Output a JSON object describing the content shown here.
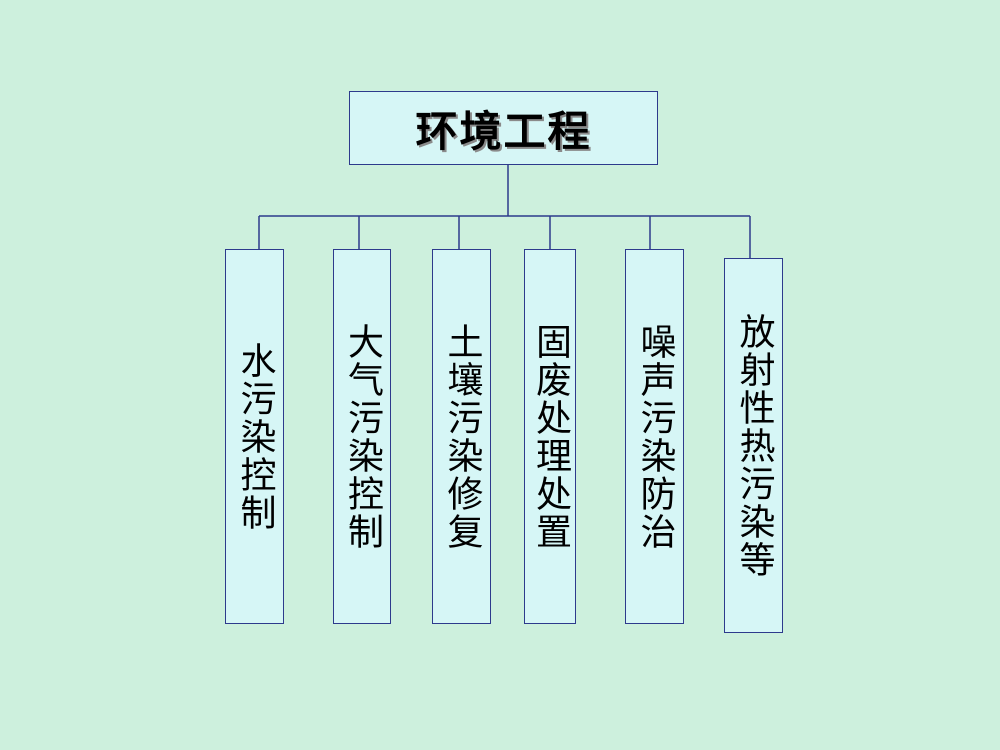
{
  "diagram": {
    "root": {
      "label": "环境工程"
    },
    "children": [
      {
        "label": "水污染控制"
      },
      {
        "label": "大气污染控制"
      },
      {
        "label": "土壤污染修复"
      },
      {
        "label": "固废处理处置"
      },
      {
        "label": "噪声污染防治"
      },
      {
        "label": "放射性热污染等"
      }
    ],
    "colors": {
      "background": "#cdf0dd",
      "box_fill": "#d6f6f6",
      "box_border": "#2d3a8c",
      "connector": "#2d3a8c"
    }
  }
}
